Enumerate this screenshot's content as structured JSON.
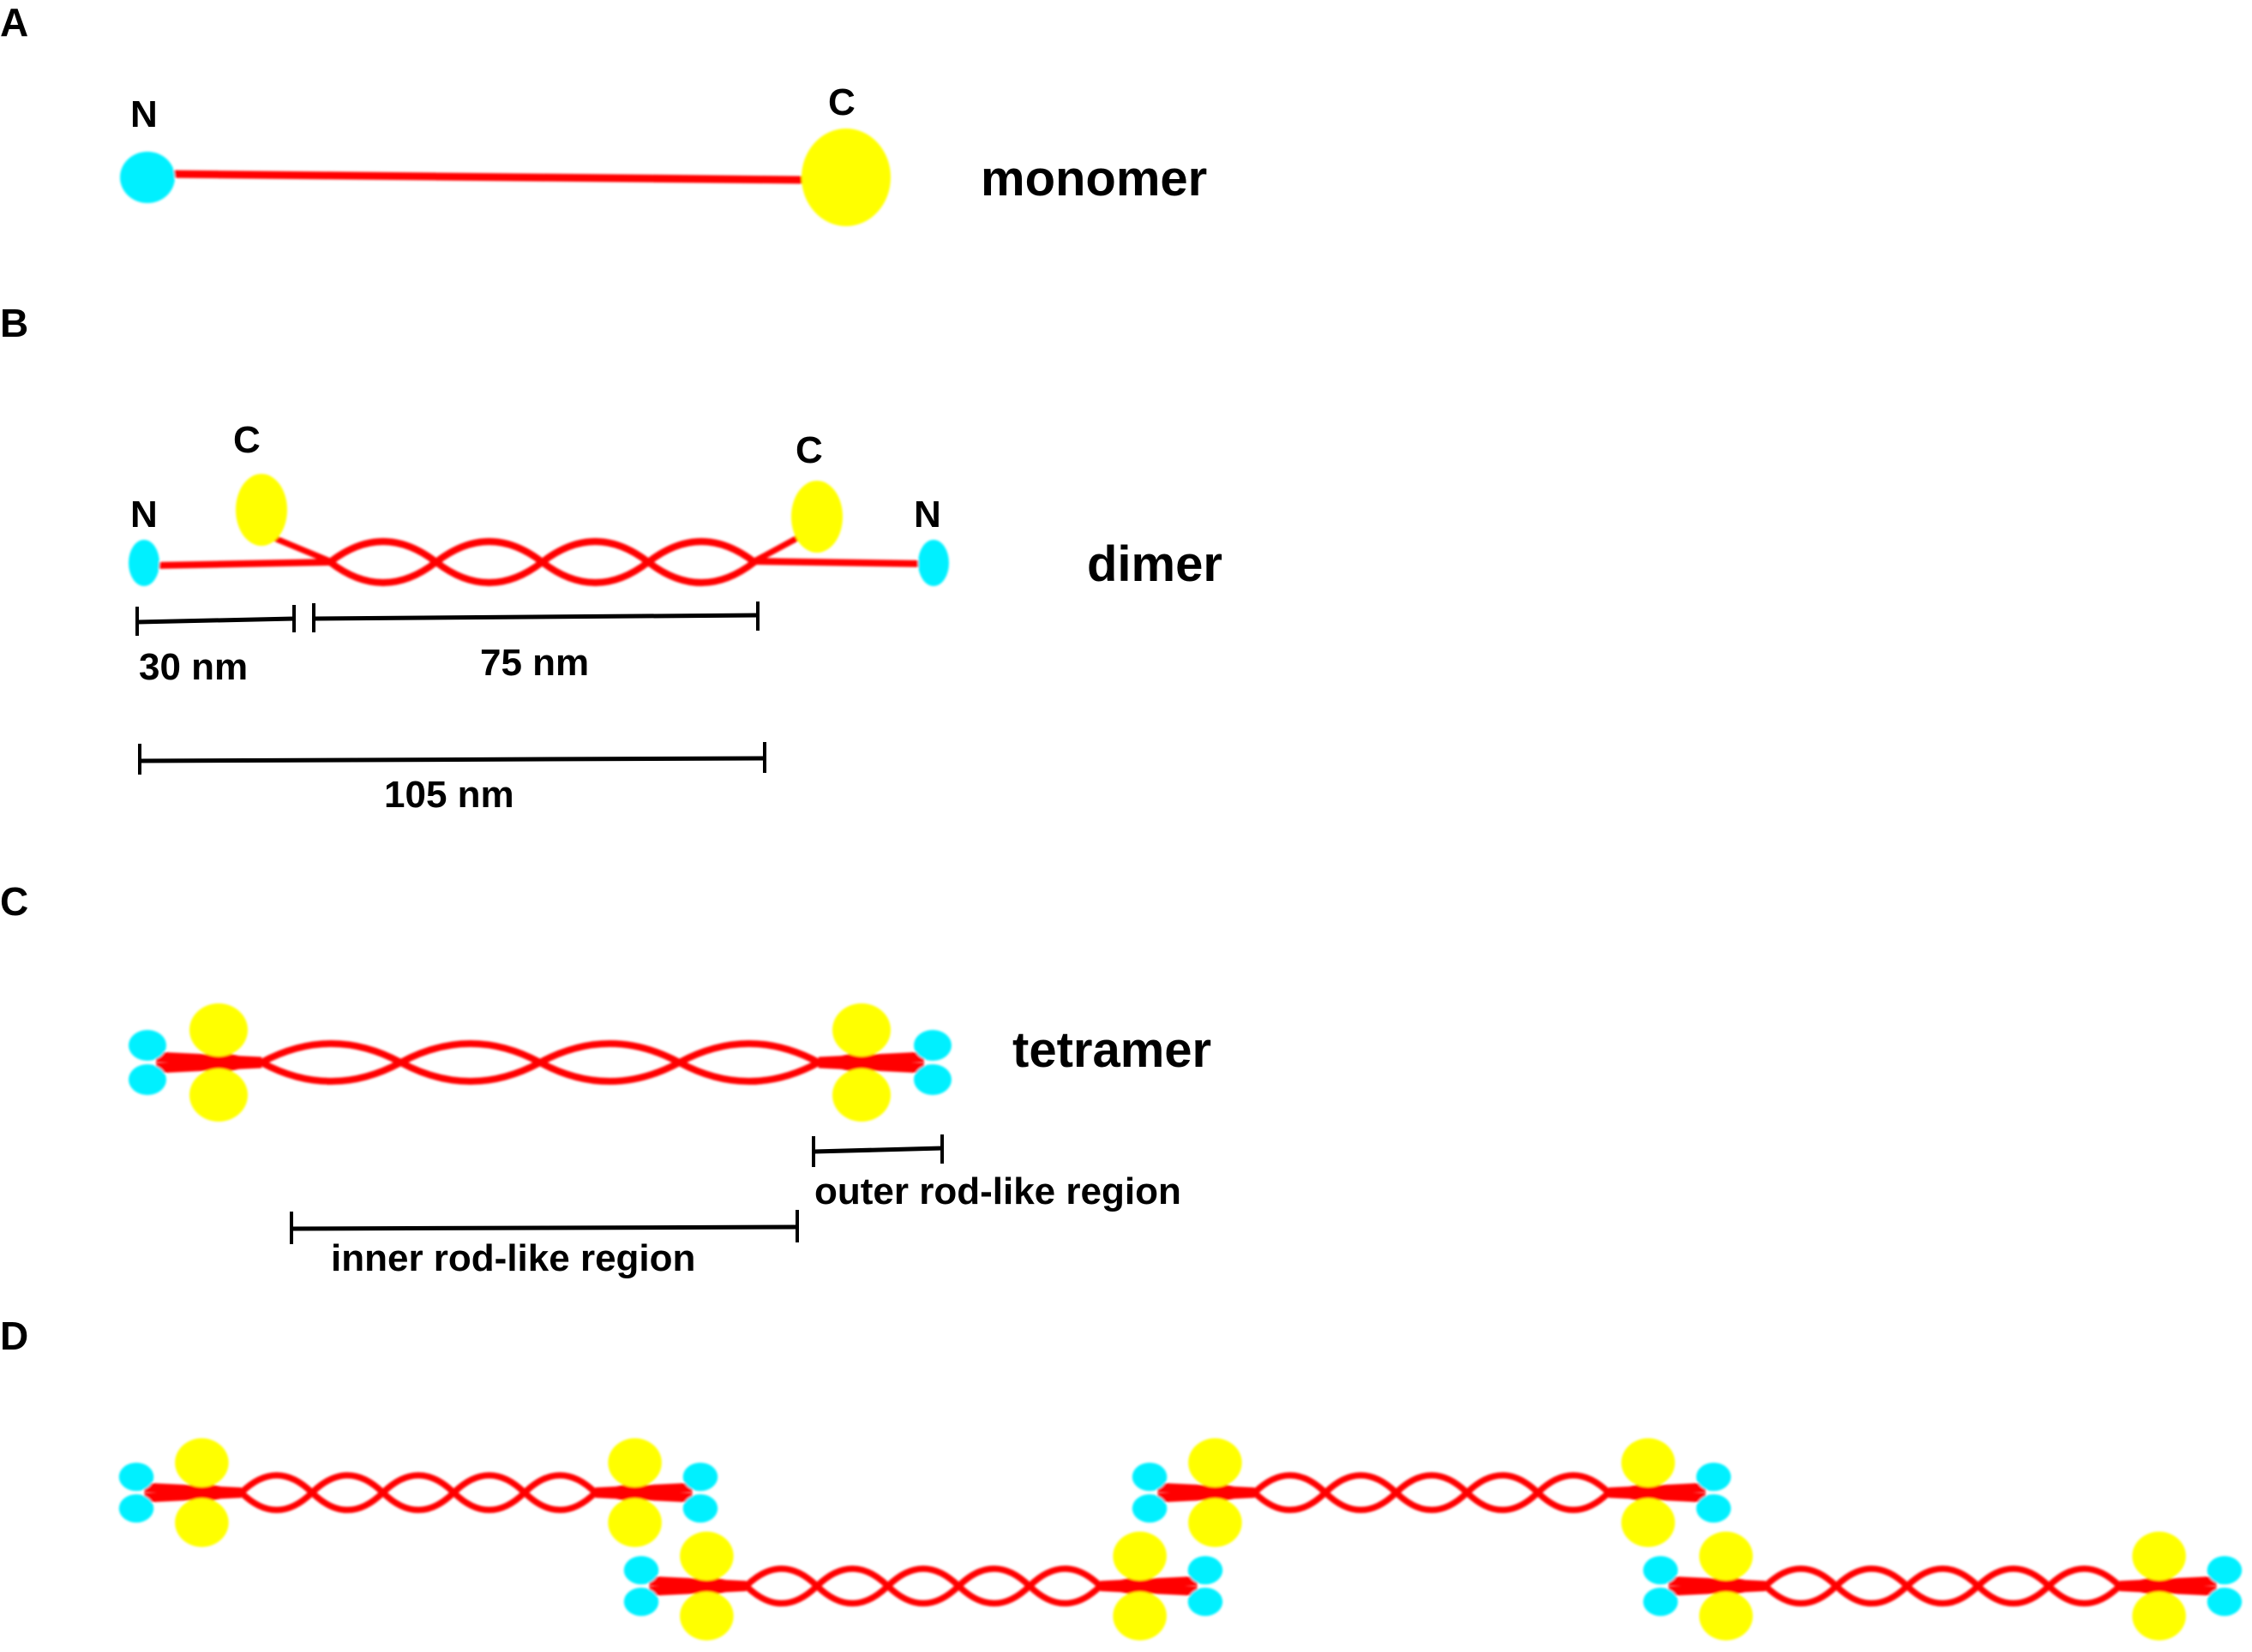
{
  "colors": {
    "chain": "#ff0000",
    "n_terminus": "#00f0ff",
    "c_terminus": "#ffff00",
    "text": "#000000"
  },
  "panels": {
    "A": {
      "label": "A",
      "name": "monomer",
      "n_label": "N",
      "c_label": "C"
    },
    "B": {
      "label": "B",
      "name": "dimer",
      "n_label_left": "N",
      "c_label_left": "C",
      "c_label_right": "C",
      "n_label_right": "N",
      "coil_loops": 4,
      "measurements": [
        {
          "label": "30 nm",
          "value_nm": 30
        },
        {
          "label": "75 nm",
          "value_nm": 75
        },
        {
          "label": "105 nm",
          "value_nm": 105
        }
      ]
    },
    "C": {
      "label": "C",
      "name": "tetramer",
      "coil_loops": 4,
      "regions": {
        "outer": "outer rod-like region",
        "inner": "inner rod-like region"
      }
    },
    "D": {
      "label": "D",
      "tetramer_count": 4,
      "arrangement": "staggered head-to-tail"
    }
  }
}
